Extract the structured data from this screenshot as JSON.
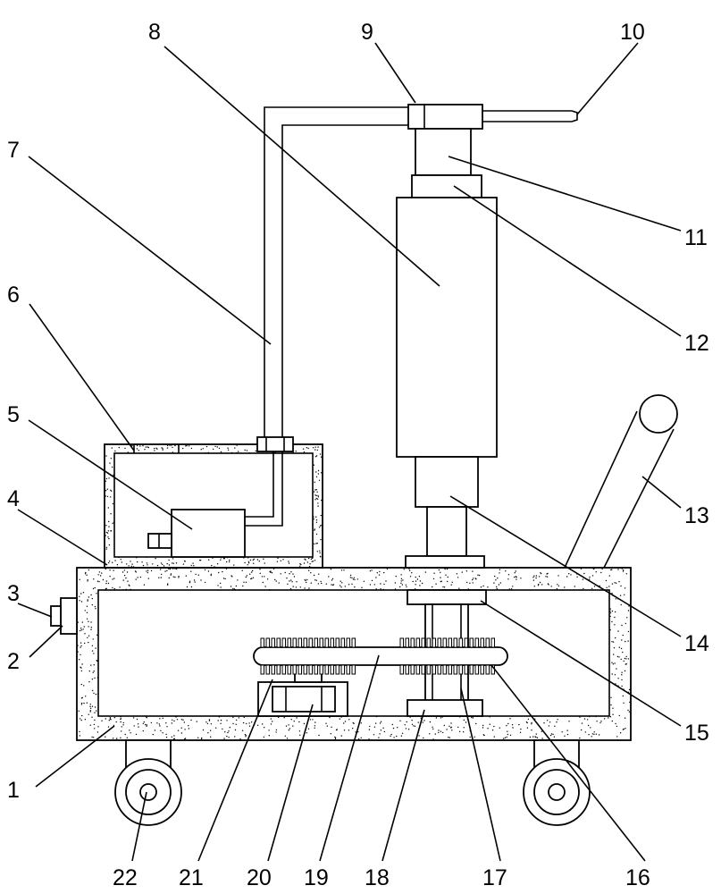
{
  "callouts": [
    {
      "id": "c1",
      "text": "1"
    },
    {
      "id": "c2",
      "text": "2"
    },
    {
      "id": "c3",
      "text": "3"
    },
    {
      "id": "c4",
      "text": "4"
    },
    {
      "id": "c5",
      "text": "5"
    },
    {
      "id": "c6",
      "text": "6"
    },
    {
      "id": "c7",
      "text": "7"
    },
    {
      "id": "c8",
      "text": "8"
    },
    {
      "id": "c9",
      "text": "9"
    },
    {
      "id": "c10",
      "text": "10"
    },
    {
      "id": "c11",
      "text": "11"
    },
    {
      "id": "c12",
      "text": "12"
    },
    {
      "id": "c13",
      "text": "13"
    },
    {
      "id": "c14",
      "text": "14"
    },
    {
      "id": "c15",
      "text": "15"
    },
    {
      "id": "c16",
      "text": "16"
    },
    {
      "id": "c17",
      "text": "17"
    },
    {
      "id": "c18",
      "text": "18"
    },
    {
      "id": "c19",
      "text": "19"
    },
    {
      "id": "c20",
      "text": "20"
    },
    {
      "id": "c21",
      "text": "21"
    },
    {
      "id": "c22",
      "text": "22"
    }
  ],
  "colors": {
    "line": "#000000",
    "background": "#ffffff"
  }
}
